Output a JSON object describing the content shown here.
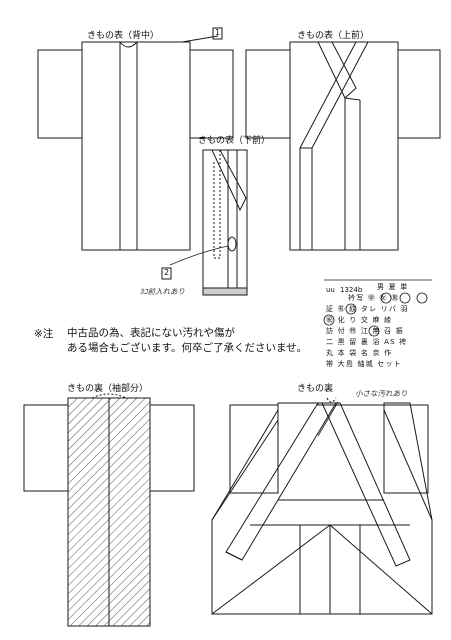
{
  "labels": {
    "front_back": "きもの表（背中）",
    "front_upper": "きもの表（上前）",
    "front_lower": "きもの表（下前）",
    "lining_sleeve": "きもの裏（袖部分）",
    "lining": "きもの裏"
  },
  "markers": {
    "m1": "1",
    "m2": "2"
  },
  "annotations": {
    "hand_note_2": "ｶｺ前入れあり",
    "hand_note_lining": "小さな汚れあり"
  },
  "notice": {
    "prefix": "※注",
    "line1": "中古品の為、表記にない汚れや傷が",
    "line2": "ある場合もございます。何卒ご了承くださいませ。"
  },
  "spec_table": {
    "code_prefix": "uu",
    "code": "1324b",
    "rows": [
      "男 夏 単",
      "衿写 ㊫ ㊛ ㊚",
      "証 ㊒ 紋 タレ リバ 羽",
      "㊗ 化 り 交 麻 綾",
      "訪 付 ㊕ 江 無 召 振",
      "二 黒 留 裏 浴 AS 袴",
      "丸 本 袋 名 京 作",
      "帯 大島 紬城 セット"
    ]
  },
  "colors": {
    "line": "#1a1a1a",
    "hatch": "#555555",
    "text": "#111111"
  }
}
